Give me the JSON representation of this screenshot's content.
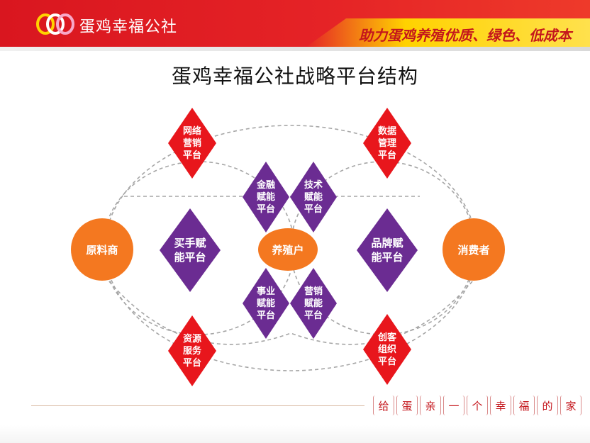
{
  "header": {
    "brand_name": "蛋鸡幸福公社",
    "slogan": "助力蛋鸡养殖优质、绿色、低成本"
  },
  "title": "蛋鸡幸福公社战略平台结构",
  "colors": {
    "red": "#e8161c",
    "purple": "#6b2c92",
    "orange": "#f47820",
    "yellow": "#ffd200"
  },
  "nodes": {
    "supplier": "原料商",
    "farmer": "养殖户",
    "consumer": "消费者"
  },
  "platforms": {
    "online_marketing": [
      "网络",
      "营销",
      "平台"
    ],
    "data_management": [
      "数据",
      "管理",
      "平台"
    ],
    "resource_service": [
      "资源",
      "服务",
      "平台"
    ],
    "maker_organization": [
      "创客",
      "组织",
      "平台"
    ],
    "finance_enabling": [
      "金融",
      "赋能",
      "平台"
    ],
    "tech_enabling": [
      "技术",
      "赋能",
      "平台"
    ],
    "career_enabling": [
      "事业",
      "赋能",
      "平台"
    ],
    "marketing_enabling": [
      "营销",
      "赋能",
      "平台"
    ],
    "buyer_enabling": [
      "买手赋",
      "能平台"
    ],
    "brand_enabling": [
      "品牌赋",
      "能平台"
    ]
  },
  "footer": {
    "phrase": [
      "给",
      "蛋",
      "亲",
      "一",
      "个",
      "幸",
      "福",
      "的",
      "家"
    ]
  }
}
